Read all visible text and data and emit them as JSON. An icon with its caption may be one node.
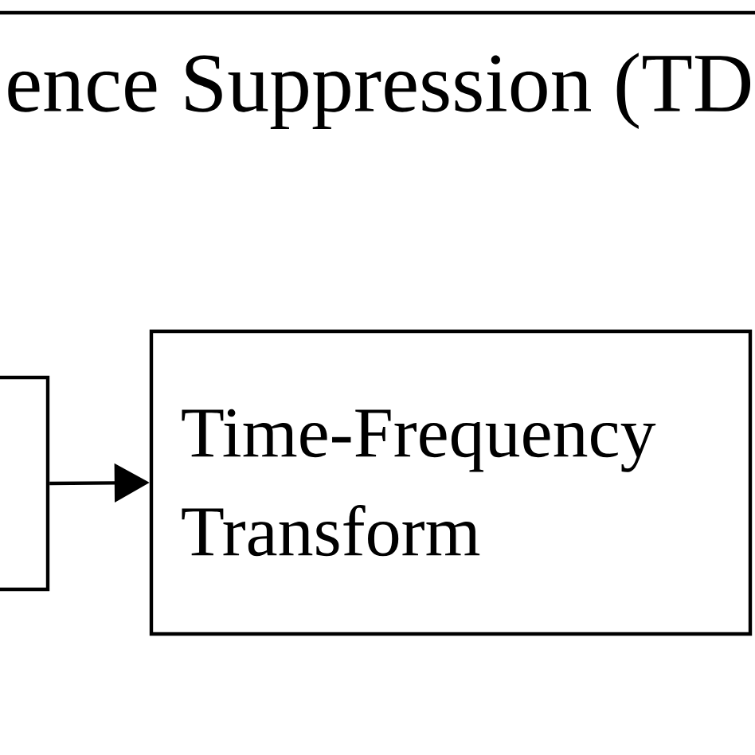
{
  "diagram": {
    "nodes": [
      {
        "text": [
          "ence Suppression (TD"
        ]
      },
      {
        "text": [],
        "shape": "box",
        "in": 0
      },
      {
        "text": [
          "Time-Frequency Transform"
        ],
        "in": 0
      }
    ],
    "edges": [
      {
        "from": 1,
        "to": 2,
        "arrow": "to"
      }
    ]
  }
}
